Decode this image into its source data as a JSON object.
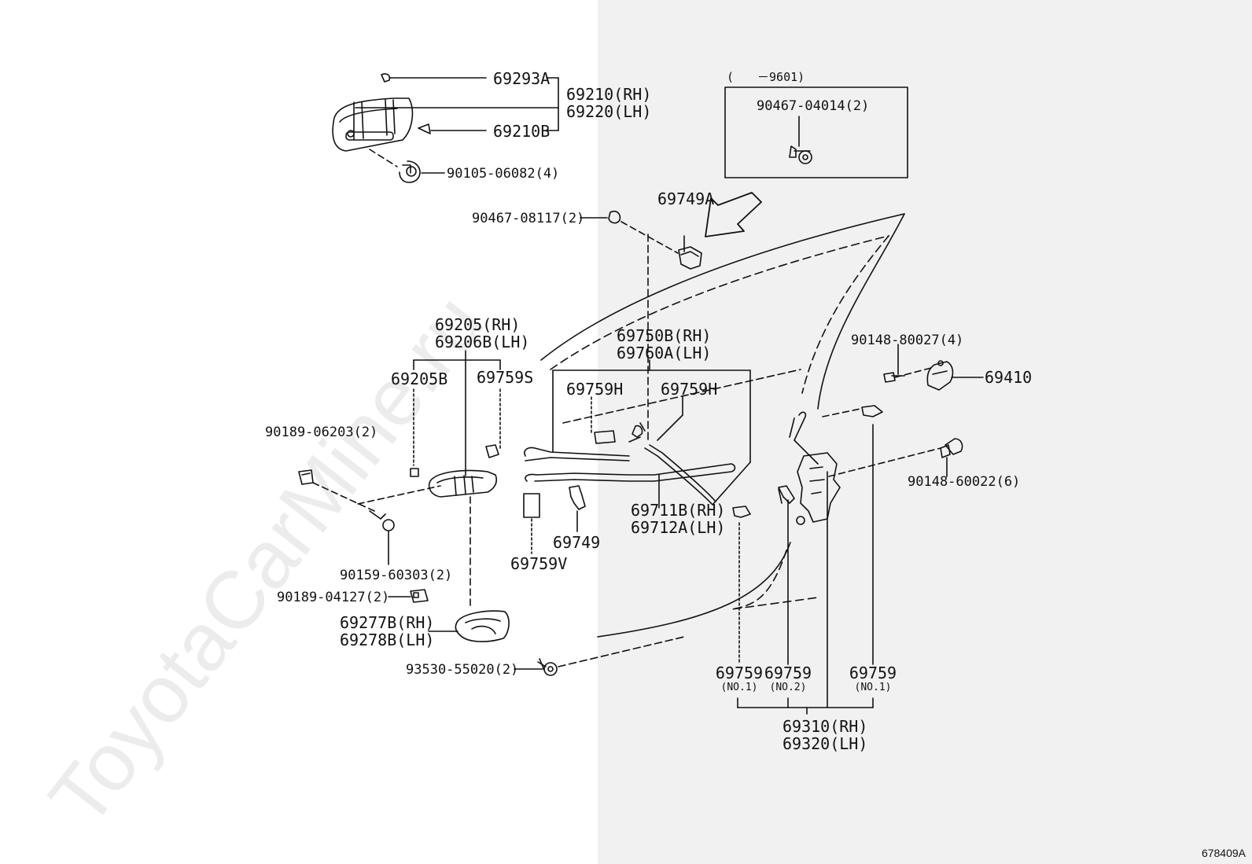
{
  "watermark": "ToyotaCarMine.ru",
  "diagram_code": "678409A",
  "inset_range": "(　　－9601)",
  "labels": {
    "p69293A": "69293A",
    "p69210RH": "69210(RH)",
    "p69220LH": "69220(LH)",
    "p69210B": "69210B",
    "p90105": "90105-06082(4)",
    "p90467_04014": "90467-04014(2)",
    "p69749A": "69749A",
    "p90467_08117": "90467-08117(2)",
    "p69205RH": "69205(RH)",
    "p69206BLH": "69206B(LH)",
    "p69205B": "69205B",
    "p69759S": "69759S",
    "p69750BRH": "69750B(RH)",
    "p69760ALH": "69760A(LH)",
    "p69759H_left": "69759H",
    "p69759H_right": "69759H",
    "p90148_80027": "90148-80027(4)",
    "p69410": "69410",
    "p90189_06203": "90189-06203(2)",
    "p90148_60022": "90148-60022(6)",
    "p69711BRH": "69711B(RH)",
    "p69712ALH": "69712A(LH)",
    "p69749": "69749",
    "p69759V": "69759V",
    "p90159_60303": "90159-60303(2)",
    "p90189_04127": "90189-04127(2)",
    "p69277BRH": "69277B(RH)",
    "p69278BLH": "69278B(LH)",
    "p93530_55020": "93530-55020(2)",
    "p69759_a": "69759",
    "p69759_a_sub": "(NO.1)",
    "p69759_b": "69759",
    "p69759_b_sub": "(NO.2)",
    "p69759_c": "69759",
    "p69759_c_sub": "(NO.1)",
    "p69310RH": "69310(RH)",
    "p69320LH": "69320(LH)"
  }
}
